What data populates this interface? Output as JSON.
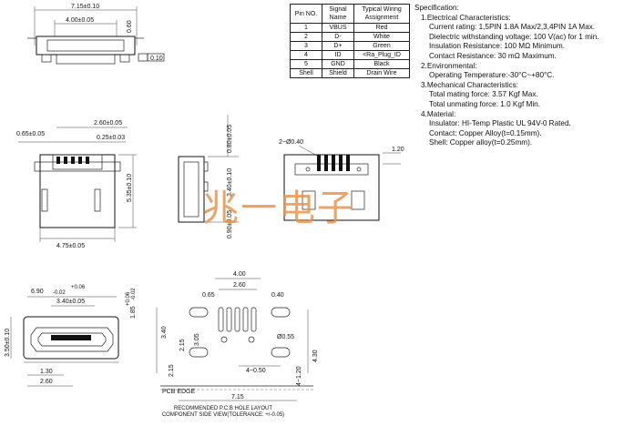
{
  "pin_table": {
    "headers": [
      "Pin NO.",
      "Signal Name",
      "Typical Wiring Assignment"
    ],
    "rows": [
      [
        "1",
        "VBUS",
        "Red"
      ],
      [
        "2",
        "D-",
        "White"
      ],
      [
        "3",
        "D+",
        "Green"
      ],
      [
        "4",
        "ID",
        "<Ra_Plug_ID"
      ],
      [
        "5",
        "GND",
        "Black"
      ],
      [
        "Shell",
        "Shield",
        "Drain Wire"
      ]
    ]
  },
  "spec": {
    "title": "Specification:",
    "sections": [
      {
        "heading": "1.Electrical Characteristics:",
        "lines": [
          "Current rating: 1,5PIN 1.8A Max/2,3,4PIN 1A Max.",
          "Dielectric withstanding voltage: 100 V(ac) for 1 min.",
          "Insulation Resistance: 100 MΩ Minimum.",
          "Contact Resistance: 30 mΩ Maximum."
        ]
      },
      {
        "heading": "2.Environmental:",
        "lines": [
          "Operating Temperature:-30°C~+80°C."
        ]
      },
      {
        "heading": "3.Mechanical Characteristics:",
        "lines": [
          "Total mating force: 3.57 Kgf Max.",
          "Total unmating force: 1.0 Kgf Min."
        ]
      },
      {
        "heading": "4.Material:",
        "lines": [
          "Insulator: HI-Temp Plastic UL 94V-0 Rated.",
          "Contact: Copper Alloy(t=0.15mm).",
          "Shell: Copper alloy(t=0.25mm)."
        ]
      }
    ]
  },
  "dimensions": {
    "top": {
      "overall": "7.15±0.10",
      "inner": "4.00±0.05",
      "height": "0.60",
      "flatness": "0.10"
    },
    "front": {
      "pitch": "0.65±0.05",
      "span": "2.60±0.05",
      "pin_w": "0.25±0.03",
      "height": "5.35±0.10",
      "base": "4.75±0.05"
    },
    "side": {
      "a": "0.80±0.05",
      "b": "3.40±0.10",
      "c": "0.90±0.05"
    },
    "rear": {
      "pins": "2~Ø0.40",
      "h": "1.20"
    },
    "bottom": {
      "top_tol": "+0.06",
      "top_tol2": "-0.02",
      "width": "6.90",
      "opening": "3.40±0.05",
      "right_tol": "+0.06",
      "right_tol2": "-0.02",
      "right": "1.85",
      "height": "3.50±0.10",
      "left_a": "1.30",
      "left_b": "2.60"
    },
    "pcb": {
      "top": "4.00",
      "left": "0.65",
      "mid": "2.60",
      "right": "0.40",
      "h1": "3.40",
      "h2": "2.15",
      "h3": "3.05",
      "h4": "2.15",
      "hole": "Ø0.55",
      "slot": "4~0.50",
      "slot_h": "4~1.20",
      "right_h": "4.30",
      "overall": "7.15",
      "edge": "PCB EDGE"
    }
  },
  "watermark": "兆一电子",
  "caption": [
    "RECOMMENDED P.C.B HOLE LAYOUT",
    "COMPONENT SIDE VIEW(TOLERANCE: +/-0.05)"
  ]
}
